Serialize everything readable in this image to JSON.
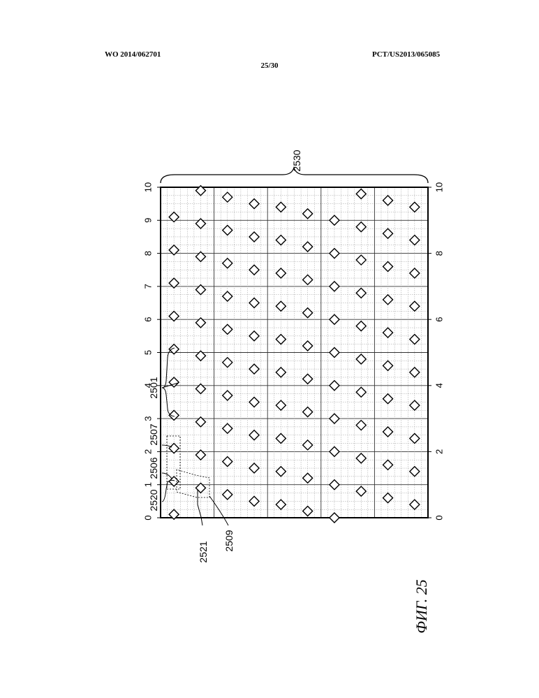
{
  "header": {
    "pub_number": "WO 2014/062701",
    "app_number": "PCT/US2013/065085",
    "page": "25/30"
  },
  "figure": {
    "caption": "ФИГ. 25",
    "refs": {
      "r2501": "2501",
      "r2506": "2506",
      "r2507": "2507",
      "r2509": "2509",
      "r2520": "2520",
      "r2521": "2521",
      "r2530": "2530"
    }
  },
  "chart_data": {
    "type": "scatter",
    "xlim": [
      0,
      10
    ],
    "ylim": [
      0,
      10
    ],
    "x_ticks": [
      0,
      1,
      2,
      3,
      4,
      5,
      6,
      7,
      8,
      9,
      10
    ],
    "y_ticks": [
      0,
      2,
      4,
      6,
      8,
      10
    ],
    "x_tick_labels": [
      "0",
      "1",
      "2",
      "3",
      "4",
      "5",
      "6",
      "7",
      "8",
      "9",
      "10"
    ],
    "y_tick_labels": [
      "0",
      "2",
      "4",
      "6",
      "8",
      "10"
    ],
    "grid": true,
    "marker": "diamond",
    "rows": [
      {
        "x": 9.5,
        "y": [
          0.1,
          1.1,
          2.1,
          3.1,
          4.1,
          5.1,
          6.1,
          7.1,
          8.1,
          9.1
        ]
      },
      {
        "x": 8.5,
        "y": [
          0.9,
          1.9,
          2.9,
          3.9,
          4.9,
          5.9,
          6.9,
          7.9,
          8.9,
          9.9
        ]
      },
      {
        "x": 7.5,
        "y": [
          0.7,
          1.7,
          2.7,
          3.7,
          4.7,
          5.7,
          6.7,
          7.7,
          8.7,
          9.7
        ]
      },
      {
        "x": 6.5,
        "y": [
          0.5,
          1.5,
          2.5,
          3.5,
          4.5,
          5.5,
          6.5,
          7.5,
          8.5,
          9.5
        ]
      },
      {
        "x": 5.5,
        "y": [
          0.4,
          1.4,
          2.4,
          3.4,
          4.4,
          5.4,
          6.4,
          7.4,
          8.4,
          9.4
        ]
      },
      {
        "x": 4.5,
        "y": [
          0.2,
          1.2,
          2.2,
          3.2,
          4.2,
          5.2,
          6.2,
          7.2,
          8.2,
          9.2
        ]
      },
      {
        "x": 3.5,
        "y": [
          0.0,
          1.0,
          2.0,
          3.0,
          4.0,
          5.0,
          6.0,
          7.0,
          8.0,
          9.0
        ]
      },
      {
        "x": 2.5,
        "y": [
          0.8,
          1.8,
          2.8,
          3.8,
          4.8,
          5.8,
          6.8,
          7.8,
          8.8,
          9.8
        ]
      },
      {
        "x": 1.5,
        "y": [
          0.6,
          1.6,
          2.6,
          3.6,
          4.6,
          5.6,
          6.6,
          7.6,
          8.6,
          9.6
        ]
      },
      {
        "x": 0.5,
        "y": [
          0.4,
          1.4,
          2.4,
          3.4,
          4.4,
          5.4,
          6.4,
          7.4,
          8.4,
          9.4
        ]
      }
    ]
  }
}
